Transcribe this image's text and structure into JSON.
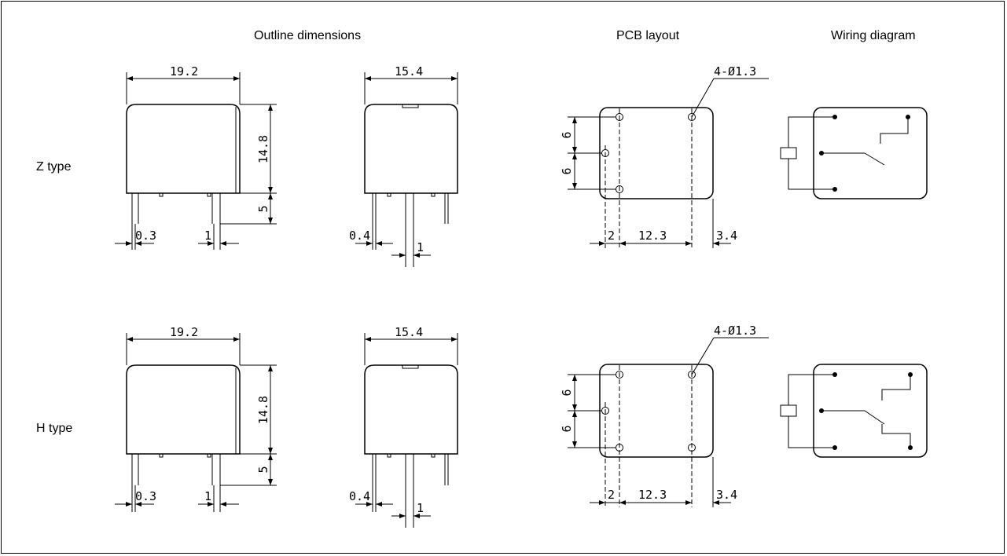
{
  "headers": {
    "outline": "Outline dimensions",
    "pcb": "PCB layout",
    "wiring": "Wiring diagram"
  },
  "rows": [
    {
      "label": "Z type",
      "side": {
        "width": "19.2",
        "height": "14.8",
        "pin_length": "5",
        "pin_thickness": "0.3",
        "pin_width": "1"
      },
      "front": {
        "width": "15.4",
        "pin_thickness": "0.4",
        "pin_width": "1"
      },
      "pcb": {
        "holes": "4-Ø1.3",
        "pitch_1": "6",
        "pitch_2": "6",
        "dim_a": "2",
        "dim_b": "12.3",
        "dim_c": "3.4"
      }
    },
    {
      "label": "H type",
      "side": {
        "width": "19.2",
        "height": "14.8",
        "pin_length": "5",
        "pin_thickness": "0.3",
        "pin_width": "1"
      },
      "front": {
        "width": "15.4",
        "pin_thickness": "0.4",
        "pin_width": "1"
      },
      "pcb": {
        "holes": "4-Ø1.3",
        "pitch_1": "6",
        "pitch_2": "6",
        "dim_a": "2",
        "dim_b": "12.3",
        "dim_c": "3.4"
      }
    }
  ]
}
